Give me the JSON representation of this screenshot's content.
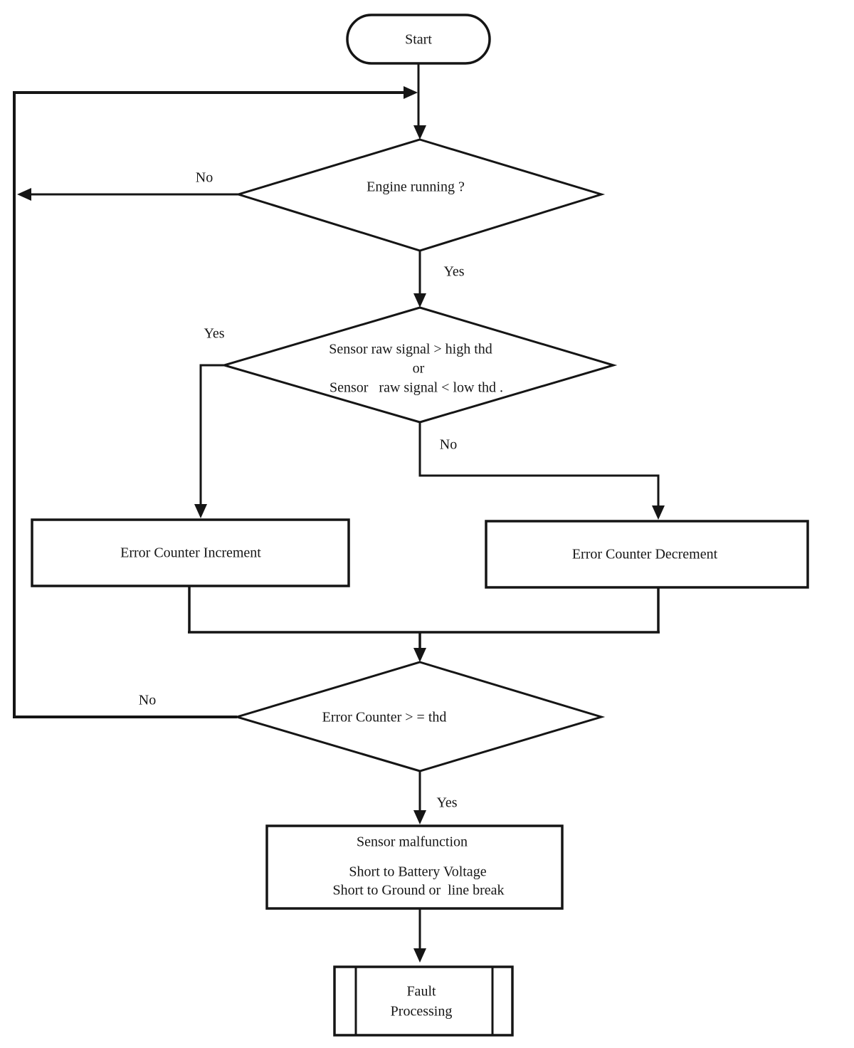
{
  "diagram": {
    "background": "#ffffff",
    "stroke_color": "#151515",
    "nodes": {
      "start": {
        "type": "terminator",
        "label": "Start"
      },
      "engine_running": {
        "type": "decision",
        "label": "Engine running ?"
      },
      "sensor_threshold": {
        "type": "decision",
        "line1": "Sensor raw signal > high thd",
        "line2": "or",
        "line3": "Sensor   raw signal < low thd ."
      },
      "error_counter_increment": {
        "type": "process",
        "label": "Error Counter Increment"
      },
      "error_counter_decrement": {
        "type": "process",
        "label": "Error Counter Decrement"
      },
      "error_counter_threshold": {
        "type": "decision",
        "label": "Error Counter > = thd"
      },
      "sensor_malfunction": {
        "type": "process",
        "line1": "Sensor malfunction",
        "line2": "Short to Battery Voltage",
        "line3": "Short to Ground or  line break"
      },
      "fault_processing": {
        "type": "predefined_process",
        "line1": "Fault",
        "line2": "Processing"
      }
    },
    "labels": {
      "engine_running_no": "No",
      "engine_running_yes": "Yes",
      "sensor_threshold_yes": "Yes",
      "sensor_threshold_no": "No",
      "error_counter_no": "No",
      "error_counter_yes": "Yes"
    }
  }
}
